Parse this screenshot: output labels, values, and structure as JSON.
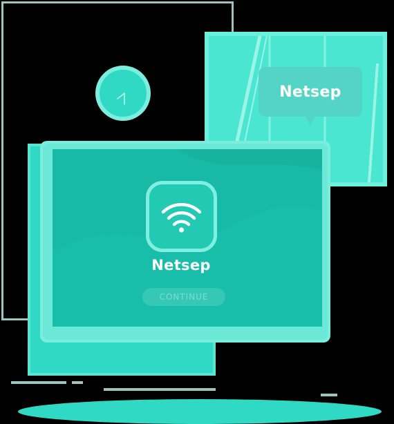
{
  "widget": {
    "network_name": "Netsep",
    "continue_label": "CONTINUE"
  },
  "bubble": {
    "network_name": "Netsep"
  },
  "icons": {
    "wifi": "wifi-icon",
    "clock": "clock-icon"
  },
  "colors": {
    "background": "#000000",
    "accent": "#2fd9c3",
    "screen": "#18b9a6",
    "light_accent": "#7aeedc",
    "text": "#ffffff"
  }
}
